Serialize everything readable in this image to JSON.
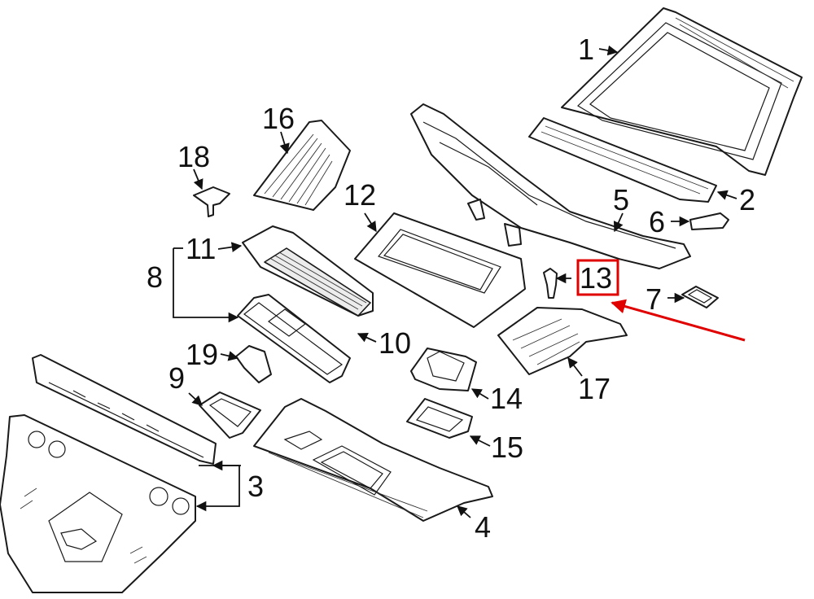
{
  "diagram": {
    "highlight_color": "#e00000",
    "highlighted_part": "13",
    "callouts": [
      {
        "id": "1",
        "label": "1"
      },
      {
        "id": "2",
        "label": "2"
      },
      {
        "id": "3",
        "label": "3"
      },
      {
        "id": "4",
        "label": "4"
      },
      {
        "id": "5",
        "label": "5"
      },
      {
        "id": "6",
        "label": "6"
      },
      {
        "id": "7",
        "label": "7"
      },
      {
        "id": "8",
        "label": "8"
      },
      {
        "id": "9",
        "label": "9"
      },
      {
        "id": "10",
        "label": "10"
      },
      {
        "id": "11",
        "label": "11"
      },
      {
        "id": "12",
        "label": "12"
      },
      {
        "id": "13",
        "label": "13"
      },
      {
        "id": "14",
        "label": "14"
      },
      {
        "id": "15",
        "label": "15"
      },
      {
        "id": "16",
        "label": "16"
      },
      {
        "id": "17",
        "label": "17"
      },
      {
        "id": "18",
        "label": "18"
      },
      {
        "id": "19",
        "label": "19"
      }
    ]
  }
}
